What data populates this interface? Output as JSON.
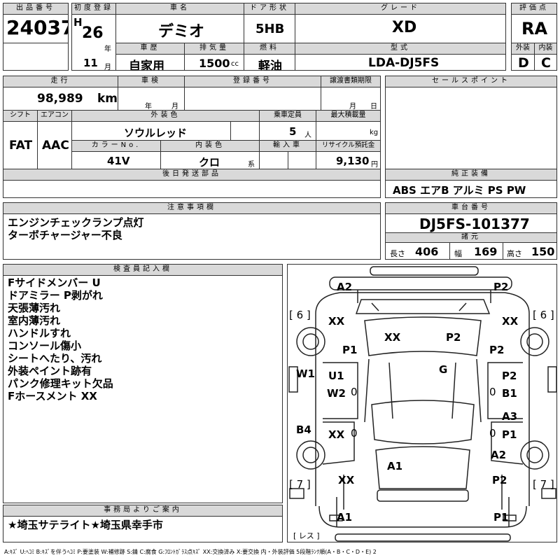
{
  "header": {
    "lot_label": "出品番号",
    "lot_number": "24037",
    "first_reg_label": "初度登録",
    "era": "H",
    "year": "26",
    "year_unit": "年",
    "month": "11",
    "month_unit": "月",
    "car_name_label": "車名",
    "car_name": "デミオ",
    "door_label": "ドア形状",
    "door": "5HB",
    "grade_label": "グレード",
    "grade": "XD",
    "score_label": "評価点",
    "score": "RA",
    "history_label": "車歴",
    "history": "自家用",
    "displacement_label": "排気量",
    "displacement": "1500",
    "displacement_unit": "cc",
    "fuel_label": "燃料",
    "fuel": "軽油",
    "model_label": "型式",
    "model": "LDA-DJ5FS",
    "exterior_label": "外装",
    "interior_label": "内装",
    "exterior_grade": "D",
    "interior_grade": "C"
  },
  "row2": {
    "mileage_label": "走行",
    "mileage": "98,989",
    "mileage_unit": "km",
    "inspection_label": "車検",
    "year_unit": "年",
    "month_unit": "月",
    "reg_label": "登録番号",
    "transfer_label": "譲渡書類期限",
    "sales_points_label": "セールスポイント",
    "shift_label": "シフト",
    "aircon_label": "エアコン",
    "shift": "FAT",
    "aircon": "AAC",
    "ext_color_label": "外装色",
    "ext_color": "ソウルレッド",
    "capacity_label": "乗車定員",
    "capacity": "5",
    "capacity_unit": "人",
    "max_load_label": "最大積載量",
    "max_load_unit": "kg",
    "color_no_label": "カラーNo.",
    "color_no": "41V",
    "int_color_label": "内装色",
    "int_color": "クロ",
    "int_color_unit": "系",
    "import_label": "輸入車",
    "recycle_label": "リサイクル預託金",
    "recycle": "9,130",
    "recycle_unit": "円",
    "later_parts_label": "後日発送部品",
    "genuine_label": "純正装備",
    "genuine": "ABS エアB アルミ PS PW"
  },
  "notes": {
    "label": "注意事項欄",
    "lines": [
      "エンジンチェックランプ点灯",
      "ターボチャージャー不良"
    ]
  },
  "chassis": {
    "label": "車台番号",
    "number": "DJ5FS-101377",
    "dims_label": "諸元",
    "length_label": "長さ",
    "length": "406",
    "width_label": "幅",
    "width": "169",
    "height_label": "高さ",
    "height": "150"
  },
  "inspector": {
    "label": "検査員記入欄",
    "lines": [
      "Fサイドメンバー U",
      "ドアミラー P剥がれ",
      "天張薄汚れ",
      "室内薄汚れ",
      "ハンドルすれ",
      "コンソール傷小",
      "シートへたり、汚れ",
      "外装ペイント跡有",
      "パンク修理キット欠品",
      "Fホースメント XX"
    ]
  },
  "office": {
    "label": "事務局よりご案内",
    "text": "★埼玉サテライト★埼玉県幸手市"
  },
  "diagram": {
    "labels": {
      "a2_tl": "A2",
      "p2_tr": "P2",
      "tire_l_top": "[ 6 ]",
      "tire_r_top": "[ 6 ]",
      "xx_tl": "XX",
      "xx_tr": "XX",
      "xx_roof": "XX",
      "p2_roof": "P2",
      "p1_l": "P1",
      "p2_r": "P2",
      "g": "G",
      "w1": "W1",
      "u1": "U1",
      "p2_door": "P2",
      "w2": "W2",
      "b1": "B1",
      "zero1": "0",
      "zero2": "0",
      "zero3": "0",
      "zero4": "0",
      "a3": "A3",
      "b4": "B4",
      "xx_rl": "XX",
      "p1_rr": "P1",
      "a2_rr": "A2",
      "a1_trunk": "A1",
      "xx_bl": "XX",
      "p2_br": "P2",
      "tire_l_bot": "[ 7 ]",
      "tire_r_bot": "[ 7 ]",
      "a1_bl": "A1",
      "p1_br": "P1",
      "spare": "[ レス ]"
    }
  },
  "legend": "A:ｷｽﾞ U:ﾍｺﾐ B:ｷｽﾞを伴うﾍｺﾐ P:要塗装 W:補修跡 S:錆 C:腐食 G:ﾌﾛﾝﾄｶﾞﾗｽ点ｷｽﾞ XX:交換済み X:要交換 内・外装評価 5段階ﾗﾝｸ順(A・B・C・D・E) 2"
}
